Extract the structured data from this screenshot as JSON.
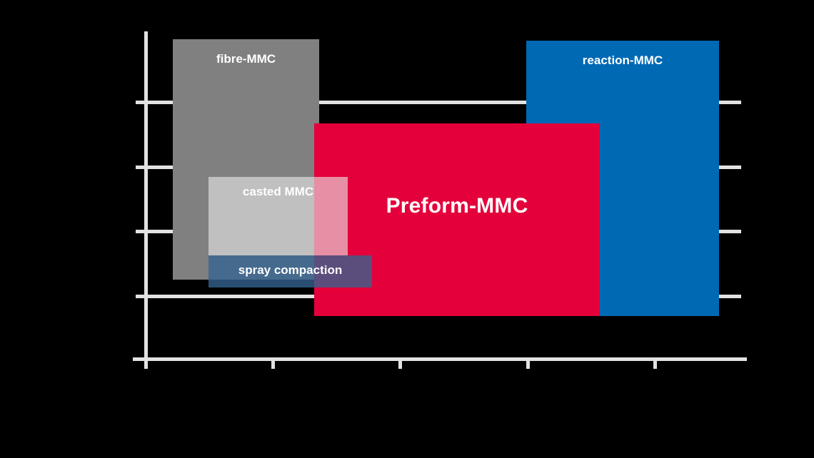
{
  "chart_data": {
    "type": "bar",
    "title": "",
    "subtitle": "",
    "xlabel": "",
    "ylabel": "",
    "grid": true,
    "legend_position": "none",
    "background": "#000000",
    "axis_color": "#e2e2e2",
    "xlim": [
      0,
      5
    ],
    "ylim": [
      0,
      5
    ],
    "x_ticks": [
      0,
      1,
      2,
      3,
      4
    ],
    "y_ticks": [
      1,
      2,
      3,
      4
    ],
    "x_tick_labels": [
      "",
      "",
      "",
      "",
      ""
    ],
    "y_tick_labels": [
      "",
      "",
      "",
      ""
    ],
    "series": [
      {
        "name": "fibre-MMC",
        "label": "fibre-MMC",
        "color": "#808080",
        "x_range": [
          0.21,
          1.37
        ],
        "y_range": [
          1.2,
          4.45
        ],
        "opacity": 1.0
      },
      {
        "name": "casted-MMC",
        "label": "casted MMC",
        "color": "#c8c8c8",
        "x_range": [
          0.5,
          1.6
        ],
        "y_range": [
          1.58,
          2.8
        ],
        "opacity": 0.62
      },
      {
        "name": "spray-compaction",
        "label": "spray compaction",
        "color": "#34618f",
        "x_range": [
          0.5,
          1.79
        ],
        "y_range": [
          1.08,
          1.58
        ],
        "opacity": 0.78
      },
      {
        "name": "preform-MMC",
        "label": "Preform-MMC",
        "color": "#e4003a",
        "x_range": [
          1.33,
          3.58
        ],
        "y_range": [
          0.65,
          3.65
        ],
        "opacity": 1.0
      },
      {
        "name": "reaction-MMC",
        "label": "reaction-MMC",
        "color": "#0069b4",
        "x_range": [
          3.0,
          4.52
        ],
        "y_range": [
          0.65,
          4.42
        ],
        "opacity": 1.0
      }
    ]
  },
  "labels": {
    "fibre": "fibre-MMC",
    "reaction": "reaction-MMC",
    "preform": "Preform-MMC",
    "casted": "casted MMC",
    "spray": "spray compaction"
  },
  "colors": {
    "background": "#000000",
    "axis": "#e2e2e2",
    "fibre": "#808080",
    "casted": "#c8c8c8",
    "spray": "#34618f",
    "preform": "#e4003a",
    "reaction": "#0069b4"
  }
}
